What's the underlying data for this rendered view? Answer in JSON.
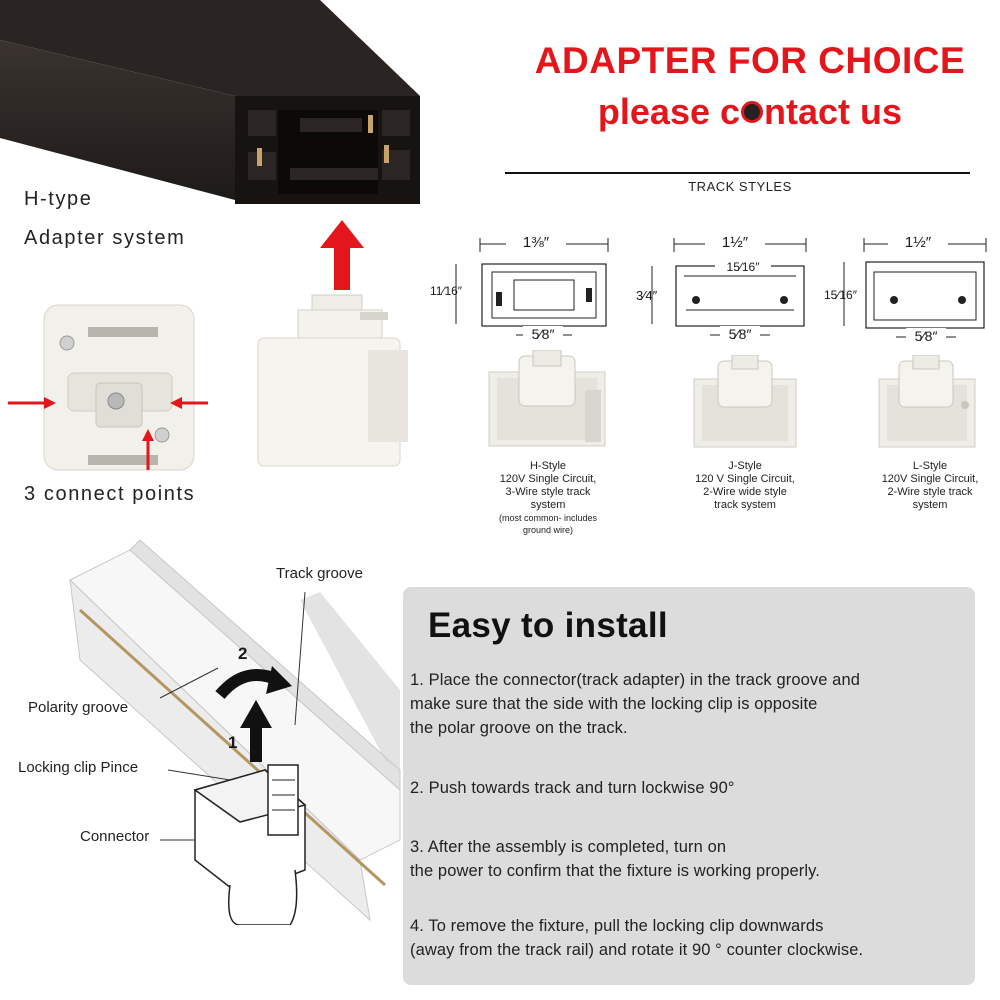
{
  "headline": {
    "line1": "ADAPTER FOR CHOICE",
    "line2_before": "please c",
    "line2_after": "ntact us",
    "accent_color": "#e3161b"
  },
  "adapter": {
    "type_label_1": "H-type",
    "type_label_2": "Adapter system",
    "connect_label": "3 connect points"
  },
  "track_styles": {
    "title": "TRACK STYLES",
    "styles": [
      {
        "width_label": "1⅜″",
        "height_label": "11⁄16″",
        "inner_label": "",
        "bottom_label": "5⁄8″",
        "caption_lines": [
          "H-Style",
          "120V Single Circuit,",
          "3-Wire style track",
          "system"
        ],
        "caption_sub": [
          "(most common- includes",
          "ground wire)"
        ]
      },
      {
        "width_label": "1½″",
        "height_label": "3⁄4″",
        "inner_label": "15⁄16″",
        "bottom_label": "5⁄8″",
        "caption_lines": [
          "J-Style",
          "120 V Single Circuit,",
          "2-Wire wide style",
          "track system"
        ],
        "caption_sub": []
      },
      {
        "width_label": "1½″",
        "height_label": "15⁄16″",
        "inner_label": "",
        "bottom_label": "5⁄8″",
        "caption_lines": [
          "L-Style",
          "120V Single Circuit,",
          "2-Wire style track",
          "system"
        ],
        "caption_sub": []
      }
    ]
  },
  "diagram": {
    "track_groove": "Track groove",
    "polarity_groove": "Polarity groove",
    "locking_clip": "Locking clip Pince",
    "connector": "Connector",
    "step1": "1",
    "step2": "2"
  },
  "install": {
    "title": "Easy to install",
    "steps": [
      "1. Place the connector(track adapter) in the track groove and\n    make sure that the side with the locking clip is opposite\n    the polar groove on the track.",
      "2. Push towards track and turn lockwise 90°",
      "3. After the assembly is completed, turn on\n    the power to confirm that the fixture is working properly.",
      "4. To remove the fixture, pull the locking clip downwards\n(away from the track rail) and rotate it 90 ° counter clockwise."
    ]
  }
}
